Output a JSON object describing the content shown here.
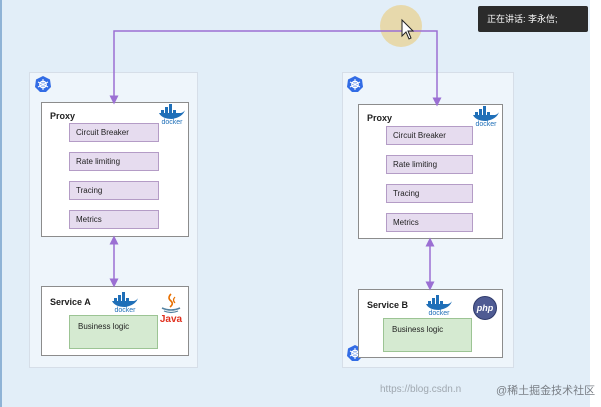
{
  "colors": {
    "accent": "#9b6fd3",
    "proxy_feature_fill": "#e6dcef",
    "business_fill": "#d5ead1",
    "docker_blue": "#1f6fb8"
  },
  "toast": {
    "text": "正在讲话: 李永信;"
  },
  "left_pod": {
    "proxy": {
      "title": "Proxy",
      "features": [
        "Circuit Breaker",
        "Rate limiting",
        "Tracing",
        "Metrics"
      ],
      "docker_label": "docker"
    },
    "service": {
      "title": "Service A",
      "business": "Business logic",
      "docker_label": "docker",
      "runtime_logo": "Java"
    }
  },
  "right_pod": {
    "proxy": {
      "title": "Proxy",
      "features": [
        "Circuit Breaker",
        "Rate limiting",
        "Tracing",
        "Metrics"
      ],
      "docker_label": "docker"
    },
    "service": {
      "title": "Service B",
      "business": "Business logic",
      "docker_label": "docker",
      "runtime_logo": "php"
    }
  },
  "watermark": {
    "text": "https://blog.csdn.n",
    "author": "@稀土掘金技术社区"
  },
  "icons": [
    "kubernetes-icon",
    "docker-icon",
    "java-icon",
    "php-icon",
    "cursor-icon"
  ]
}
